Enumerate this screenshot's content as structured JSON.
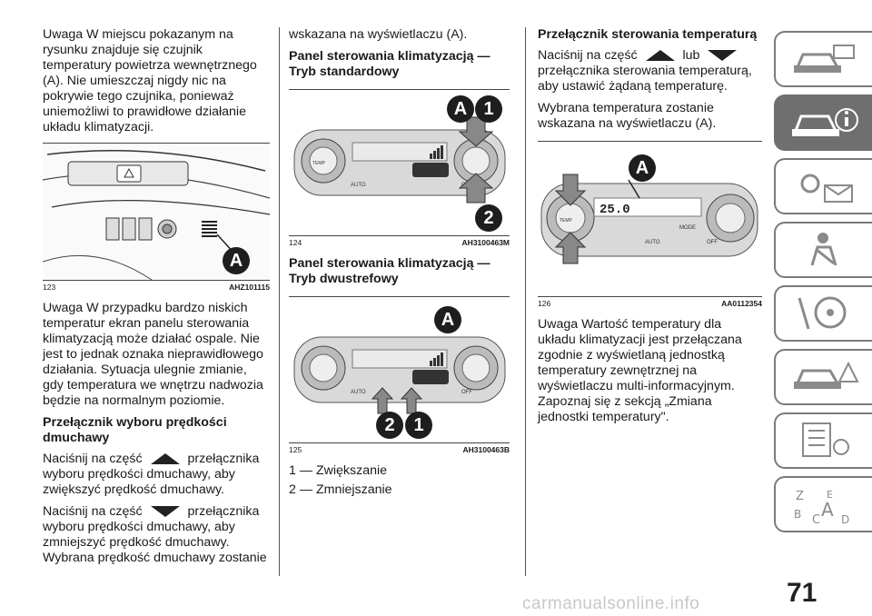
{
  "col1": {
    "p1": "Uwaga  W miejscu pokazanym na rysunku znajduje się czujnik temperatury powietrza wewnętrznego (A). Nie umieszczaj nigdy nic na pokrywie tego czujnika, ponieważ uniemożliwi to prawidłowe działanie układu klimatyzacji.",
    "fig_num": "123",
    "fig_code": "AHZ101115",
    "fig_label": "A",
    "p2": "Uwaga  W przypadku bardzo niskich temperatur ekran panelu sterowania klimatyzacją może działać ospale. Nie jest to jednak oznaka nieprawidłowego działania. Sytuacja ulegnie zmianie, gdy temperatura we wnętrzu nadwozia będzie na normalnym poziomie.",
    "h_fan": "Przełącznik wyboru prędkości dmuchawy",
    "p_up_a": "Naciśnij na część",
    "p_up_b": "przełącznika wyboru prędkości dmuchawy, aby zwiększyć prędkość dmuchawy.",
    "p_down_a": "Naciśnij na część",
    "p_down_b": "przełącznika wyboru prędkości dmuchawy, aby zmniejszyć prędkość dmuchawy. Wybrana prędkość dmuchawy zostanie"
  },
  "col2": {
    "p_cont": "wskazana na wyświetlaczu (A).",
    "h_std": "Panel sterowania klimatyzacją — Tryb standardowy",
    "fig124_num": "124",
    "fig124_code": "AH3100463M",
    "h_dual": "Panel sterowania klimatyzacją — Tryb dwustrefowy",
    "fig125_num": "125",
    "fig125_code": "AH3100463B",
    "list": [
      "1 — Zwiększanie",
      "2 — Zmniejszanie"
    ],
    "lbl_a": "A",
    "lbl_1": "1",
    "lbl_2": "2"
  },
  "col3": {
    "h_temp": "Przełącznik sterowania temperaturą",
    "p_t1a": "Naciśnij na część",
    "p_t1b": "lub",
    "p_t1c": "przełącznika sterowania temperaturą, aby ustawić żądaną temperaturę.",
    "p_t2": "Wybrana temperatura zostanie wskazana na wyświetlaczu (A).",
    "fig126_num": "126",
    "fig126_code": "AA0112354",
    "display_value": "25.0",
    "lbl_a": "A",
    "p_note": "Uwaga  Wartość temperatury dla układu klimatyzacji jest przełączana zgodnie z wyświetlaną jednostką temperatury zewnętrznej na wyświetlaczu multi-informacyjnym. Zapoznaj się z sekcją „Zmiana jednostki temperatury\"."
  },
  "panel_labels": {
    "temp": "TEMP",
    "auto": "AUTO",
    "off": "OFF",
    "mode": "MODE"
  },
  "page_number": "71",
  "watermark": "carmanualsonline.info",
  "colors": {
    "tab_active": "#6f6f6f",
    "tab_border": "#7a7a7a",
    "label_bg": "#1e1e1e"
  }
}
